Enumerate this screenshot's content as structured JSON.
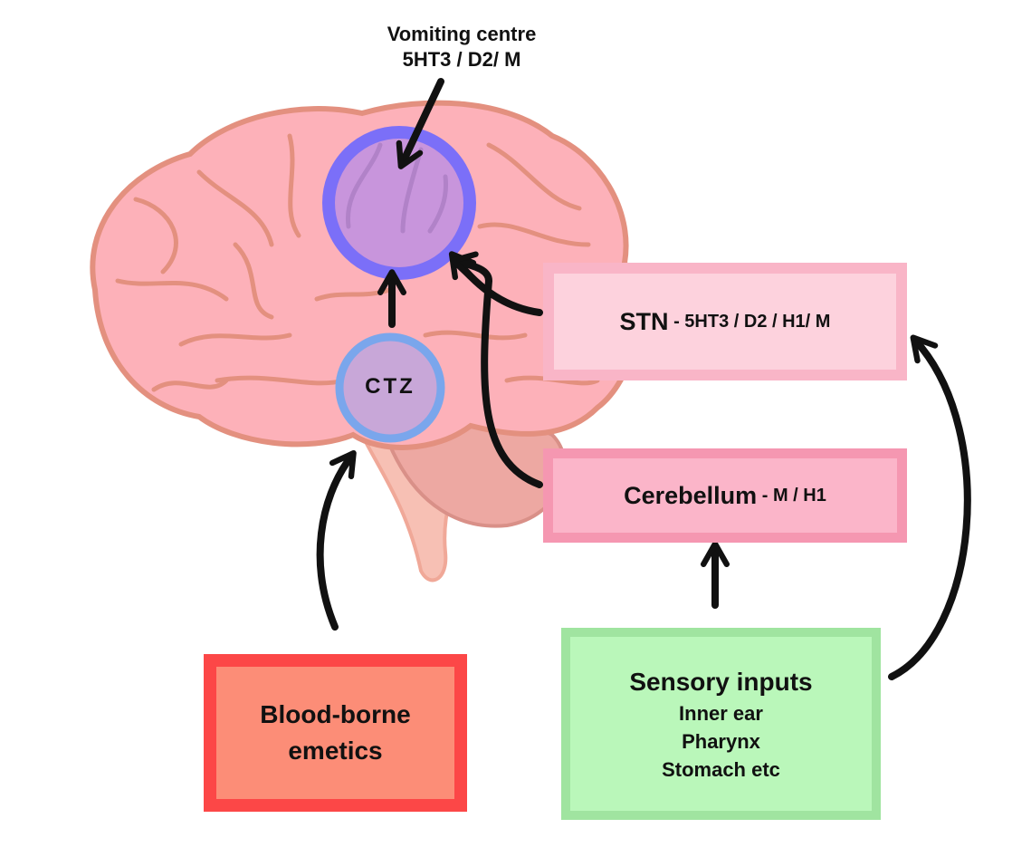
{
  "vomiting_centre": {
    "title": "Vomiting centre",
    "receptors": "5HT3 / D2/ M"
  },
  "ctz": {
    "label": "CTZ"
  },
  "stn": {
    "name": "STN",
    "receptors": " - 5HT3 / D2 / H1/ M"
  },
  "cerebellum": {
    "name": "Cerebellum",
    "receptors": " - M / H1"
  },
  "sensory": {
    "title": "Sensory inputs",
    "items": [
      "Inner ear",
      "Pharynx",
      "Stomach etc"
    ]
  },
  "blood": {
    "line1": "Blood-borne",
    "line2": "emetics"
  },
  "colors": {
    "brain_fill": "#fdb1b9",
    "brain_stroke": "#e3907f",
    "vomiting_ring": "#7b6ff8",
    "vomiting_fill": "#c594dd",
    "ctz_ring": "#7aa6ec",
    "ctz_fill": "#c8a7d8",
    "stn_fill": "#fdd2dd",
    "stn_border": "#f9b5c7",
    "cerebellum_fill": "#fbb5c9",
    "cerebellum_border": "#f597b1",
    "sensory_fill": "#baf7ba",
    "sensory_border": "#a0e4a0",
    "blood_fill": "#fc8d77",
    "blood_border": "#fc4747"
  }
}
